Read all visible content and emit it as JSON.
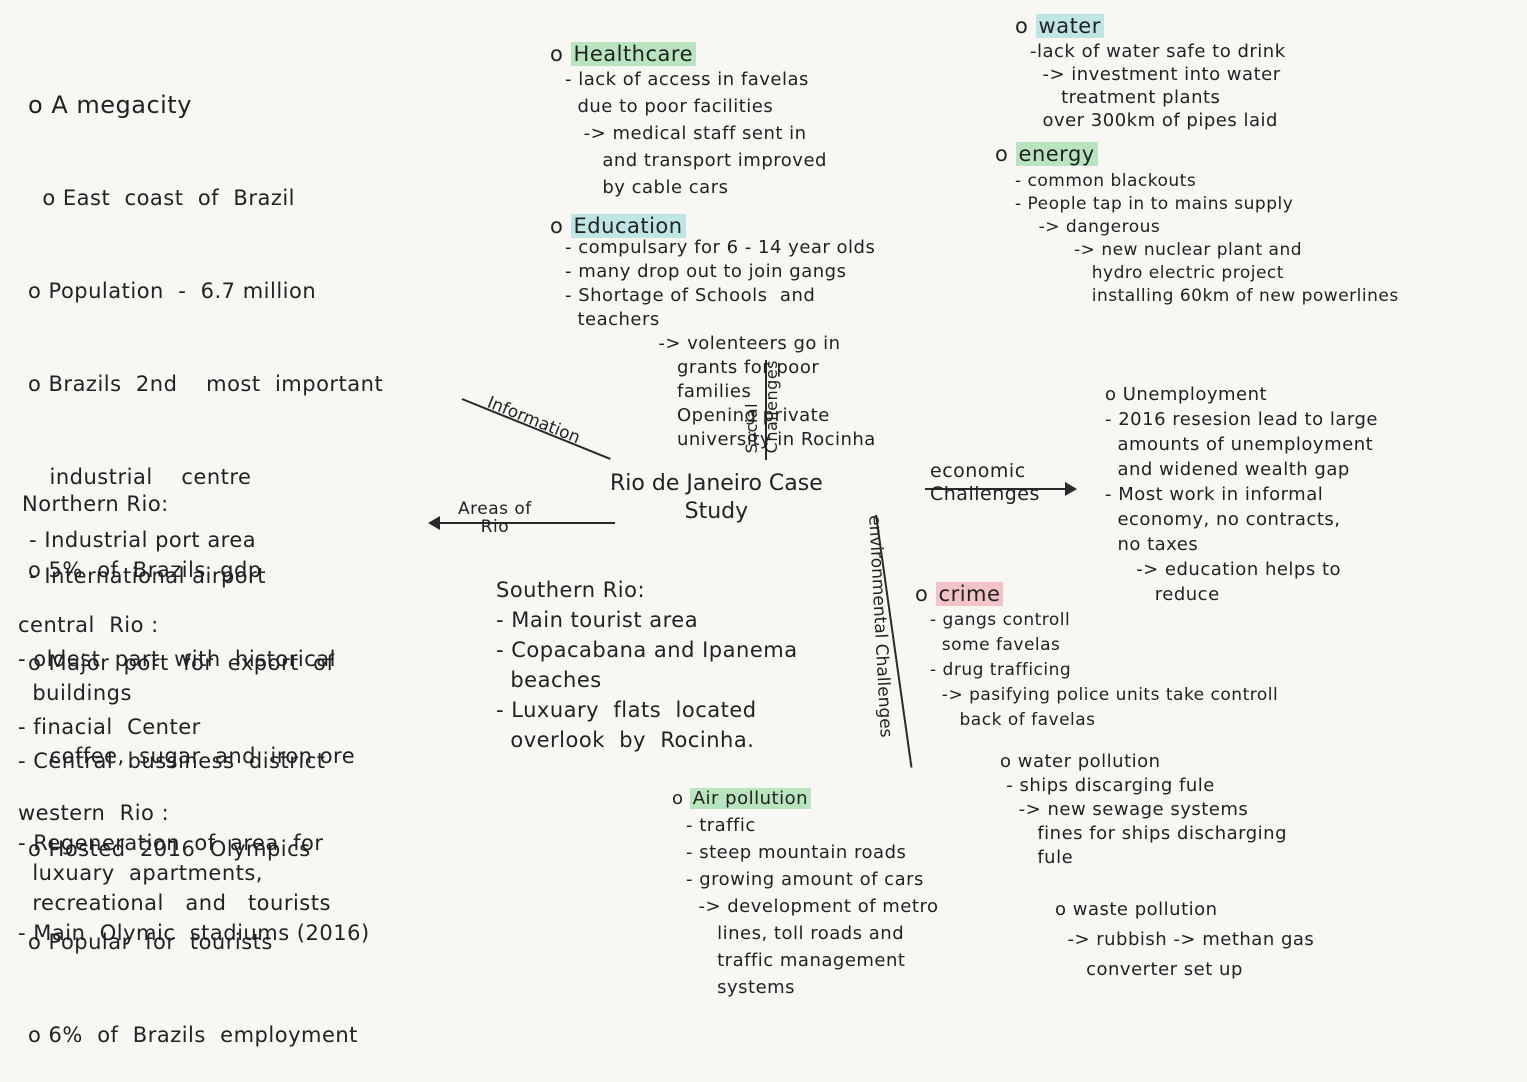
{
  "intro": {
    "lines": [
      "o A megacity",
      "  o East  coast  of  Brazil",
      "o Population  -  6.7 million",
      "o Brazils  2nd    most  important",
      "   industrial    centre",
      "o 5%  of  Brazils  gdp",
      "o Major  port  for  export  of",
      "   coffee,  sugar  and  iron ore",
      "o Hosted  2016  Olympics",
      "o Popular  for  tourists",
      "o 6%  of  Brazils  employment"
    ]
  },
  "center": {
    "title": "Rio de Janeiro Case\nStudy",
    "branch_information": "Information",
    "branch_areas": "Areas of\nRio",
    "branch_social": "Social\nChallenges",
    "branch_economic": "economic\nChallenges",
    "branch_environmental": "environmental Challenges"
  },
  "areas": {
    "northern": "Northern Rio:\n - Industrial port area\n - International airport",
    "central": "central  Rio :\n- oldest  part  with  historical\n  buildings\n- finacial  Center\n- Central  bussiness  district",
    "western": "western  Rio :\n- Regeneration  of  area  for\n  luxuary  apartments,\n  recreational   and   tourists\n- Main  Olymic  stadiums (2016)",
    "southern": "Southern Rio:\n- Main tourist area\n- Copacabana and Ipanema\n  beaches\n- Luxuary  flats  located\n  overlook  by  Rocinha."
  },
  "social": {
    "healthcare_heading": "Healthcare",
    "healthcare": "- lack of access in favelas\n  due to poor facilities\n   -> medical staff sent in\n      and transport improved\n      by cable cars",
    "education_heading": "Education",
    "education": "- compulsary for 6 - 14 year olds\n- many drop out to join gangs\n- Shortage of Schools  and\n  teachers\n               -> volenteers go in\n                  grants for poor\n                  families\n                  Opening private\n                  university in Rocinha"
  },
  "economic": {
    "water_heading": "water",
    "water": "-lack of water safe to drink\n  -> investment into water\n     treatment plants\n  over 300km of pipes laid",
    "energy_heading": "energy",
    "energy": "- common blackouts\n- People tap in to mains supply\n    -> dangerous\n          -> new nuclear plant and\n             hydro electric project\n             installing 60km of new powerlines",
    "unemployment": "o Unemployment\n- 2016 resesion lead to large\n  amounts of unemployment\n  and widened wealth gap\n- Most work in informal\n  economy, no contracts,\n  no taxes\n     -> education helps to\n        reduce"
  },
  "environmental": {
    "crime_heading": "crime",
    "crime": "- gangs controll\n  some favelas\n- drug trafficing\n  -> pasifying police units take controll\n     back of favelas",
    "water_pollution": "o water pollution\n - ships discarging fule\n   -> new sewage systems\n      fines for ships discharging\n      fule",
    "waste_pollution": "o waste pollution\n  -> rubbish -> methan gas\n     converter set up",
    "air_heading": "Air pollution",
    "air": "- traffic\n- steep mountain roads\n- growing amount of cars\n  -> development of metro\n     lines, toll roads and\n     traffic management\n     systems"
  }
}
